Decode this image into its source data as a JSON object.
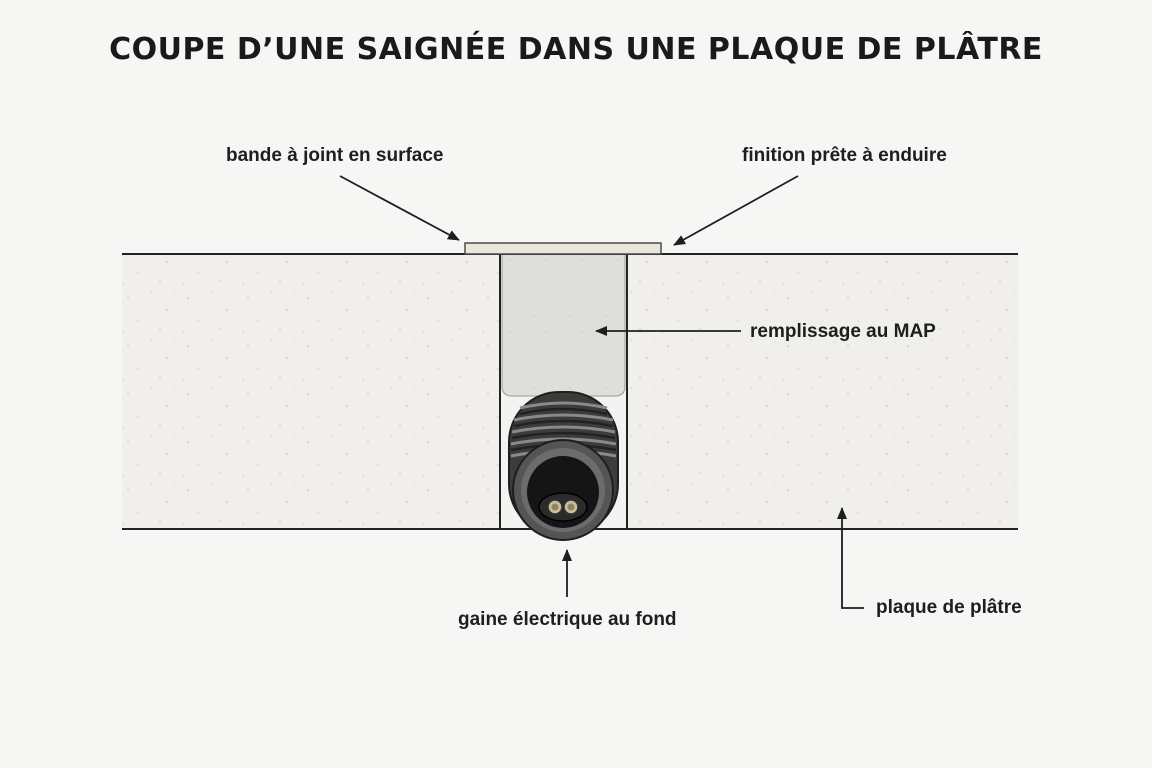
{
  "title": "COUPE D’UNE SAIGNÉE DANS UNE PLAQUE DE PLÂTRE",
  "labels": {
    "bande": "bande à joint en surface",
    "finition": "finition prête à enduire",
    "remplissage": "remplissage au MAP",
    "gaine": "gaine électrique au fond",
    "plaque": "plaque de plâtre"
  },
  "colors": {
    "background": "#f6f6f4",
    "board": "#f0efeb",
    "filler": "#dedfdb",
    "tape": "#e9e6dc",
    "conduit": "#3a3a3a",
    "line": "#222222"
  }
}
